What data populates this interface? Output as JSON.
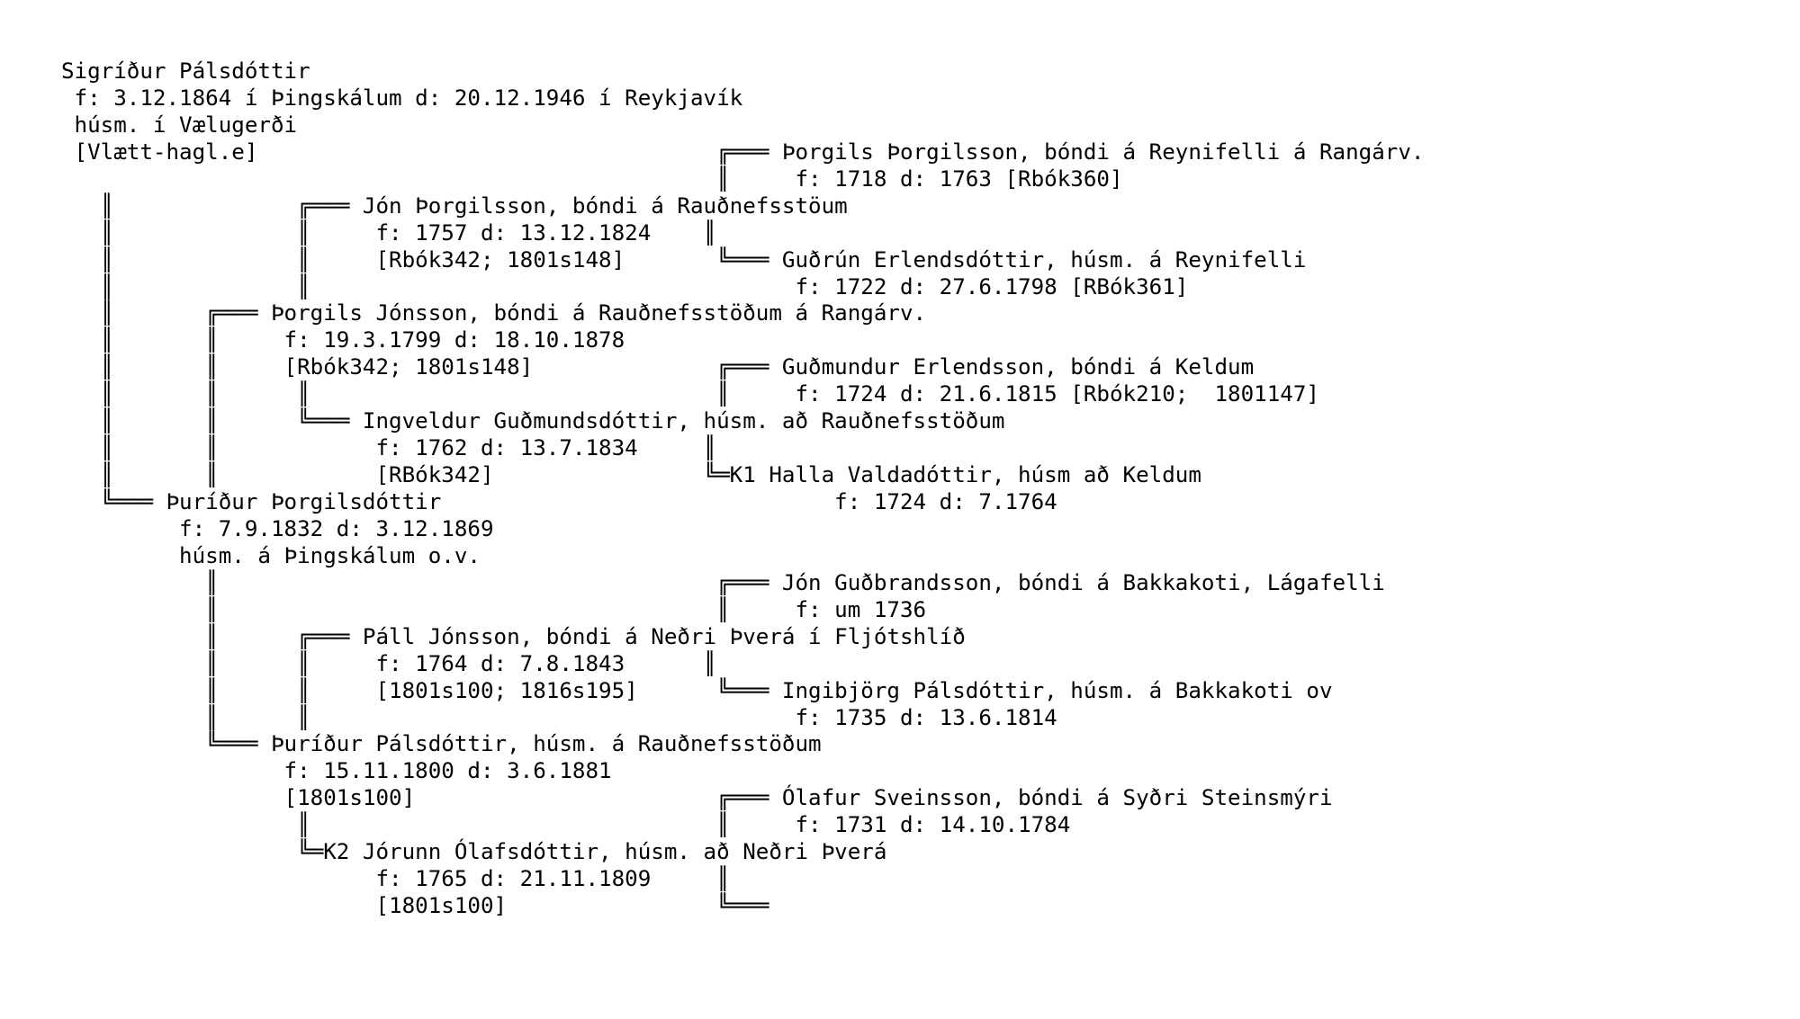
{
  "genealogy": {
    "lines": [
      "Sigríður Pálsdóttir",
      " f: 3.12.1864 í Þingskálum d: 20.12.1946 í Reykjavík",
      " húsm. í Vælugerði",
      " [Vlætt-hagl.e]                                   ╔═══ Þorgils Þorgilsson, bóndi á Reynifelli á Rangárv.",
      "                                                  ║     f: 1718 d: 1763 [Rbók360]",
      "   ║              ╔═══ Jón Þorgilsson, bóndi á Rauðnefsstöum",
      "   ║              ║     f: 1757 d: 13.12.1824    ║",
      "   ║              ║     [Rbók342; 1801s148]       ╚═══ Guðrún Erlendsdóttir, húsm. á Reynifelli",
      "   ║              ║                                     f: 1722 d: 27.6.1798 [RBók361]",
      "   ║       ╔═══ Þorgils Jónsson, bóndi á Rauðnefsstöðum á Rangárv.",
      "   ║       ║     f: 19.3.1799 d: 18.10.1878",
      "   ║       ║     [Rbók342; 1801s148]              ╔═══ Guðmundur Erlendsson, bóndi á Keldum",
      "   ║       ║      ║                               ║     f: 1724 d: 21.6.1815 [Rbók210;  1801147]",
      "   ║       ║      ╚═══ Ingveldur Guðmundsdóttir, húsm. að Rauðnefsstöðum",
      "   ║       ║            f: 1762 d: 13.7.1834     ║",
      "   ║       ║            [RBók342]                ╚═K1 Halla Valdadóttir, húsm að Keldum",
      "   ╚═══ Þuríður Þorgilsdóttir                              f: 1724 d: 7.1764",
      "         f: 7.9.1832 d: 3.12.1869",
      "         húsm. á Þingskálum o.v.",
      "           ║                                      ╔═══ Jón Guðbrandsson, bóndi á Bakkakoti, Lágafelli",
      "           ║                                      ║     f: um 1736",
      "           ║      ╔═══ Páll Jónsson, bóndi á Neðri Þverá í Fljótshlíð",
      "           ║      ║     f: 1764 d: 7.8.1843      ║",
      "           ║      ║     [1801s100; 1816s195]      ╚═══ Ingibjörg Pálsdóttir, húsm. á Bakkakoti ov",
      "           ║      ║                                     f: 1735 d: 13.6.1814",
      "           ╚═══ Þuríður Pálsdóttir, húsm. á Rauðnefsstöðum",
      "                 f: 15.11.1800 d: 3.6.1881",
      "                 [1801s100]                       ╔═══ Ólafur Sveinsson, bóndi á Syðri Steinsmýri",
      "                  ║                               ║     f: 1731 d: 14.10.1784",
      "                  ╚═K2 Jórunn Ólafsdóttir, húsm. að Neðri Þverá",
      "                        f: 1765 d: 21.11.1809     ║",
      "                        [1801s100]                ╚═══"
    ]
  }
}
